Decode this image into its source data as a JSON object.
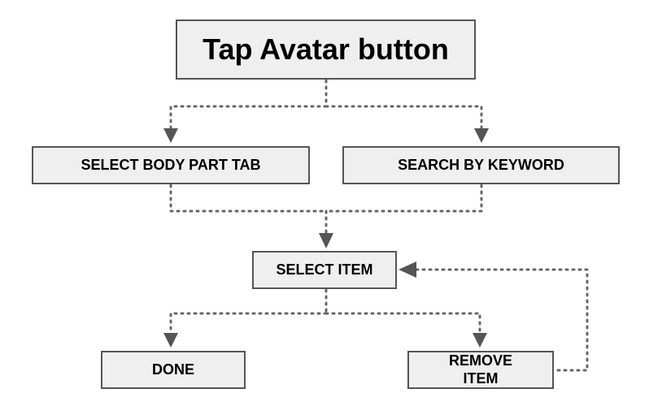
{
  "diagram": {
    "nodes": {
      "start": {
        "label": "Tap Avatar button"
      },
      "select_body_part": {
        "label": "SELECT BODY PART TAB"
      },
      "search_keyword": {
        "label": "SEARCH BY KEYWORD"
      },
      "select_item": {
        "label": "SELECT ITEM"
      },
      "done": {
        "label": "DONE"
      },
      "remove_item": {
        "label_line1": "REMOVE",
        "label_line2": "ITEM"
      }
    },
    "edges": [
      {
        "from": "start",
        "to": "select_body_part"
      },
      {
        "from": "start",
        "to": "search_keyword"
      },
      {
        "from": "select_body_part",
        "to": "select_item"
      },
      {
        "from": "search_keyword",
        "to": "select_item"
      },
      {
        "from": "select_item",
        "to": "done"
      },
      {
        "from": "select_item",
        "to": "remove_item"
      },
      {
        "from": "remove_item",
        "to": "select_item"
      }
    ],
    "colors": {
      "box_fill": "#efefef",
      "box_border": "#555555",
      "connector": "#666666",
      "arrowhead": "#555555",
      "text": "#000000"
    }
  }
}
